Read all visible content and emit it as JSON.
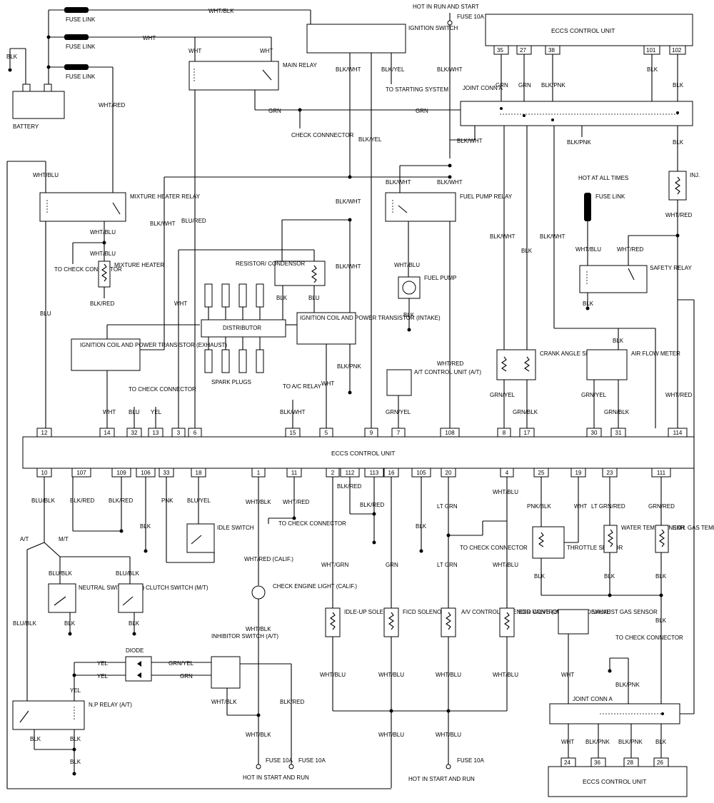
{
  "top": {
    "wht_blk": "WHT/BLK",
    "fuse_link": "FUSE LINK",
    "wht": "WHT",
    "blk": "BLK",
    "battery": "BATTERY",
    "ignition_switch": "IGNITION SWITCH",
    "hot_run_start": "HOT IN RUN AND START",
    "fuse_10a": "FUSE 10A",
    "main_relay": "MAIN RELAY",
    "wht_red": "WHT/RED",
    "blk_wht": "BLK/WHT",
    "blk_yel": "BLK/YEL",
    "to_starting_system": "TO STARTING SYSTEM",
    "grn": "GRN",
    "check_connector": "CHECK CONNNECTOR",
    "ecm_top": "ECCS CONTROL UNIT",
    "pins_top": [
      "35",
      "27",
      "38",
      "101",
      "102"
    ],
    "blk_pnk": "BLK/PNK",
    "joint_conn_a": "JOINT CONN A"
  },
  "middle": {
    "wht_blu": "WHT/BLU",
    "mixture_heater_relay": "MIXTURE HEATER RELAY",
    "to_check_connector": "TO CHECK CONNECTOR",
    "mixture_heater": "MIXTURE HEATER",
    "blk_red": "BLK/RED",
    "blu": "BLU",
    "blu_red": "BLU/RED",
    "resistor_condensor": "RESISTOR/ CONDENSOR",
    "distributor": "DISTRIBUTOR",
    "spark_plugs": "SPARK PLUGS",
    "coil_exhaust": "IGNITION COIL AND POWER TRANSISTOR (EXHAUST)",
    "coil_intake": "IGNITION COIL AND POWER TRANSISTOR (INTAKE)",
    "fuel_pump_relay": "FUEL PUMP RELAY",
    "fuel_pump": "FUEL PUMP",
    "hot_at_all_times": "HOT AT ALL TIMES",
    "safety_relay": "SAFETY RELAY",
    "inj": "INJ.",
    "crank_angle_sensor": "CRANK ANGLE SENSOR",
    "air_flow_meter": "AIR FLOW METER",
    "at_control_unit": "A/T CONTROL UNIT (A/T)",
    "to_ac_relay": "TO A/C RELAY",
    "blk_pnk": "BLK/PNK",
    "grn_yel": "GRN/YEL",
    "grn_blk": "GRN/BLK",
    "yel": "YEL",
    "to_check_connector_2": "TO CHECK CONNECTOR"
  },
  "ecm_main": {
    "label": "ECCS CONTROL UNIT",
    "pins_top": [
      "12",
      "14",
      "32",
      "13",
      "3",
      "6",
      "15",
      "5",
      "9",
      "7",
      "108",
      "8",
      "17",
      "30",
      "31",
      "114"
    ],
    "pins_bottom": [
      "10",
      "107",
      "109",
      "106",
      "33",
      "18",
      "1",
      "11",
      "2",
      "112",
      "113",
      "16",
      "105",
      "20",
      "4",
      "25",
      "19",
      "23",
      "111"
    ]
  },
  "bottom": {
    "blu_blk": "BLU/BLK",
    "at": "A/T",
    "mt": "M/T",
    "neutral_switch": "NEUTRAL SWITCH (M/T)",
    "clutch_switch": "CLUTCH SWITCH (M/T)",
    "pnk": "PNK",
    "blu_yel": "BLU/YEL",
    "idle_switch": "IDLE SWITCH",
    "wht_red_calif": "WHT/RED (CALIF.)",
    "check_engine_light": "CHECK ENGINE LIGHT (CALIF.)",
    "diode": "DIODE",
    "grn_yel": "GRN/YEL",
    "inhibitor_switch": "INHIBITOR SWITCH (A/T)",
    "np_relay": "N.P RELAY (A/T)",
    "fuse_10a": "FUSE 10A",
    "hot_start_run": "HOT IN START AND RUN",
    "wht_grn": "WHT/GRN",
    "idle_up_solenoid": "IDLE-UP SOLENOID",
    "ficd_solenoid": "FICD SOLENOID",
    "av_valve": "A/V CONTROL SOLENOID VALVE (2WD)",
    "egr_valve": "EGR CONTROL SOLENOID VALVE",
    "lt_grn": "LT GRN",
    "pnk_blk": "PNK/BLK",
    "lt_grn_red": "LT GRN/RED",
    "grn_red": "GRN/RED",
    "throttle_sensor": "THROTTLE SENSOR",
    "water_temp_sensor": "WATER TEMP. SENSOR",
    "exh_gas_temp_sensor": "EXH. GAS TEMP. SENSOR (CALIF.)",
    "exhaust_gas_sensor": "EXHAUST GAS SENSOR",
    "joint_conn_a": "JOINT CONN A",
    "ecm_bottom": "ECCS CONTROL UNIT",
    "pins_ecm_bottom": [
      "24",
      "36",
      "28",
      "26"
    ]
  }
}
